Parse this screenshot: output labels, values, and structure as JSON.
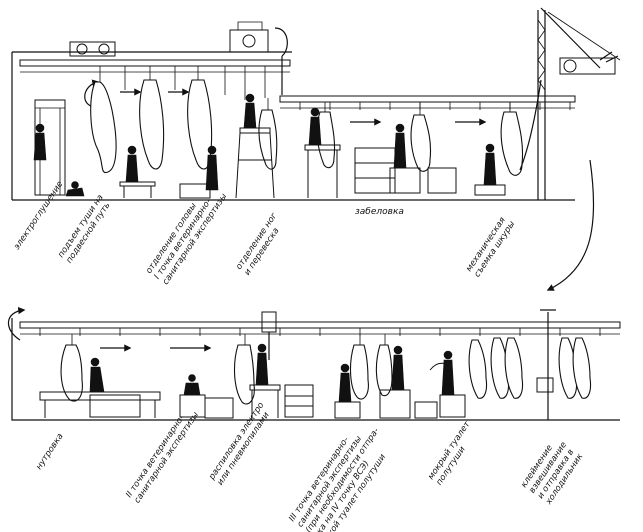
{
  "stage_labels": {
    "top": [
      "электроглушение",
      "подъем туши на подвесной путь",
      "отделение головы I точка ветеринарно-санитарной экспертизы",
      "отделение ног и перевеска",
      "механическая съемка шкуры"
    ],
    "top_center": "забеловка",
    "bottom": [
      "нутровка",
      "II точка ветеринарно-санитарной экспертизы",
      "распиловка электро или пневмопилами",
      "III точка ветеринарно-санитарной экспертизы (при необходимости отправка на IV точку ВСЭ) сухой туалет полутуши",
      "мокрый туалет полутуши",
      "клеймение взвешивание и отправка в холодильник"
    ]
  }
}
